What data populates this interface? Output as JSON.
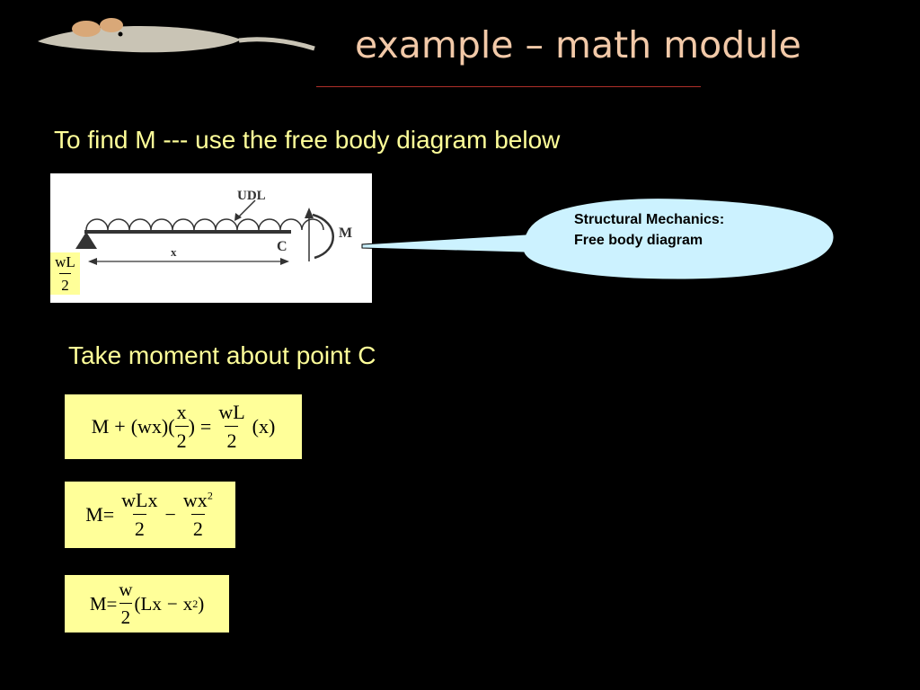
{
  "slide": {
    "title": "example – math module",
    "subtitle": "To find M --- use the free body diagram below",
    "step_heading": "Take moment about point C"
  },
  "diagram": {
    "udl_label": "UDL",
    "moment_label": "M",
    "point_label": "C",
    "length_label": "x",
    "reaction": {
      "numerator": "wL",
      "denominator": "2"
    }
  },
  "callout": {
    "line1": "Structural Mechanics:",
    "line2": "Free body diagram"
  },
  "equations": {
    "eq1": {
      "lhs": "M",
      "plus": "+",
      "term1": "(wx)(",
      "frac1_num": "x",
      "frac1_den": "2",
      "close1": ")",
      "equals": "=",
      "frac2_num": "wL",
      "frac2_den": "2",
      "term2": "(x)"
    },
    "eq2": {
      "lhs": "M",
      "equals": "=",
      "frac1_num": "wLx",
      "frac1_den": "2",
      "minus": "−",
      "frac2_num": "wx",
      "frac2_sup": "2",
      "frac2_den": "2"
    },
    "eq3": {
      "lhs": "M",
      "equals": "=",
      "frac_num": "w",
      "frac_den": "2",
      "paren_open": "(Lx",
      "minus": "−",
      "var": "x",
      "sup": "2",
      "paren_close": ")"
    }
  },
  "colors": {
    "background": "#000000",
    "title": "#f2c9a8",
    "heading": "#ffff99",
    "math_box": "#ffff99",
    "callout_fill": "#ccf2ff",
    "rule": "#b0302a"
  }
}
